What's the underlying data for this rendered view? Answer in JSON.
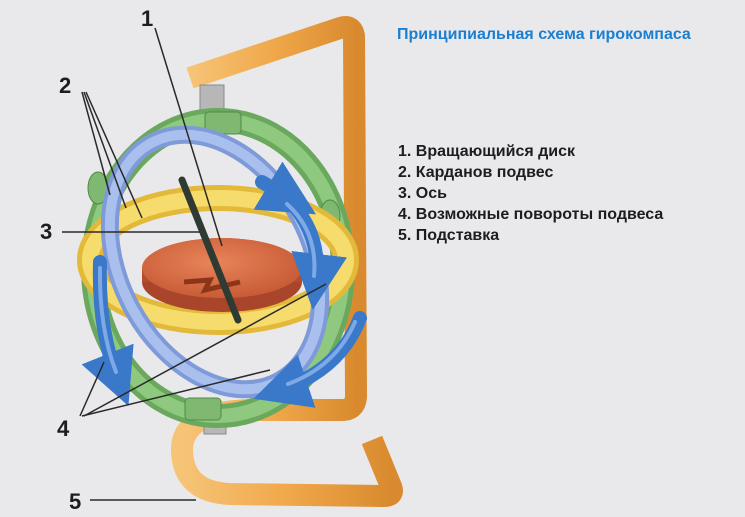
{
  "title": "Принципиальная схема гирокомпаса",
  "legend": [
    "1. Вращающийся диск",
    "2. Карданов подвес",
    "3. Ось",
    "4. Возможные повороты подвеса",
    "5. Подставка"
  ],
  "callouts": [
    "1",
    "2",
    "3",
    "4",
    "5"
  ],
  "colors": {
    "title": "#1b7fd1",
    "disk": "#d9673e",
    "stand": "#f0a84a",
    "outer_ring": "#7fb871",
    "middle_ring": "#93aee6",
    "inner_ring": "#f3d55c",
    "arrows": "#3a78c9"
  }
}
